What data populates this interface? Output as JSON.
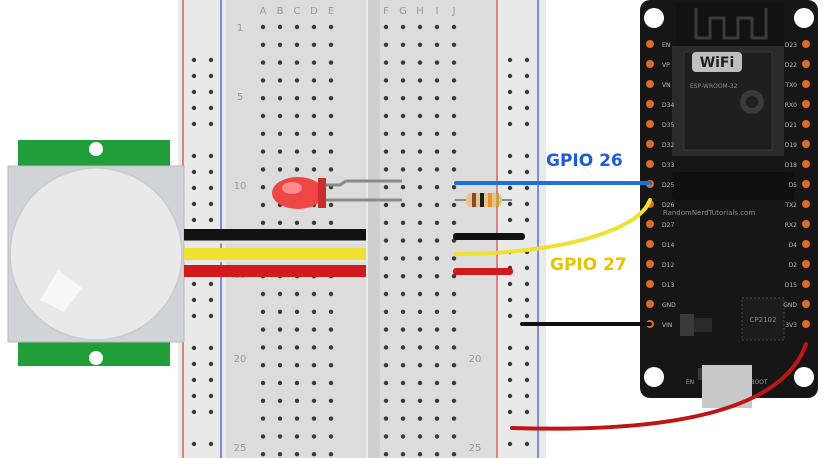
{
  "breadboard": {
    "columns": [
      "A",
      "B",
      "C",
      "D",
      "E",
      "F",
      "G",
      "H",
      "I",
      "J"
    ],
    "row_numbers_left": [
      "1",
      "5",
      "10",
      "15",
      "20",
      "25"
    ],
    "row_numbers_right": [
      "20",
      "25"
    ]
  },
  "esp32": {
    "wifi_label": "WiFi",
    "module_label": "ESP-WROOM-32",
    "watermark": "RandomNerdTutorials.com",
    "chip_label": "CP2102",
    "en_label": "EN",
    "boot_label": "BOOT",
    "left_pins": [
      "EN",
      "VP",
      "VN",
      "D34",
      "D35",
      "D32",
      "D33",
      "D25",
      "D26",
      "D27",
      "D14",
      "D12",
      "D13",
      "GND",
      "VIN"
    ],
    "right_pins": [
      "D23",
      "D22",
      "TX0",
      "RX0",
      "D21",
      "D19",
      "D18",
      "D5",
      "TX2",
      "RX2",
      "D4",
      "D2",
      "D15",
      "GND",
      "3V3"
    ]
  },
  "labels": {
    "gpio26": "GPIO 26",
    "gpio27": "GPIO 27"
  },
  "colors": {
    "gpio26": "#1f5bd6",
    "gpio27": "#e6c400",
    "wire_blue": "#1e6fd9",
    "wire_yellow": "#f0e030",
    "wire_red": "#d11a1a",
    "wire_black": "#111111",
    "pcb_green": "#1f9e3a",
    "board_black": "#161616"
  },
  "icons": [
    "led-icon",
    "resistor-icon",
    "pir-sensor-icon",
    "esp32-board-icon",
    "wifi-logo-icon"
  ]
}
